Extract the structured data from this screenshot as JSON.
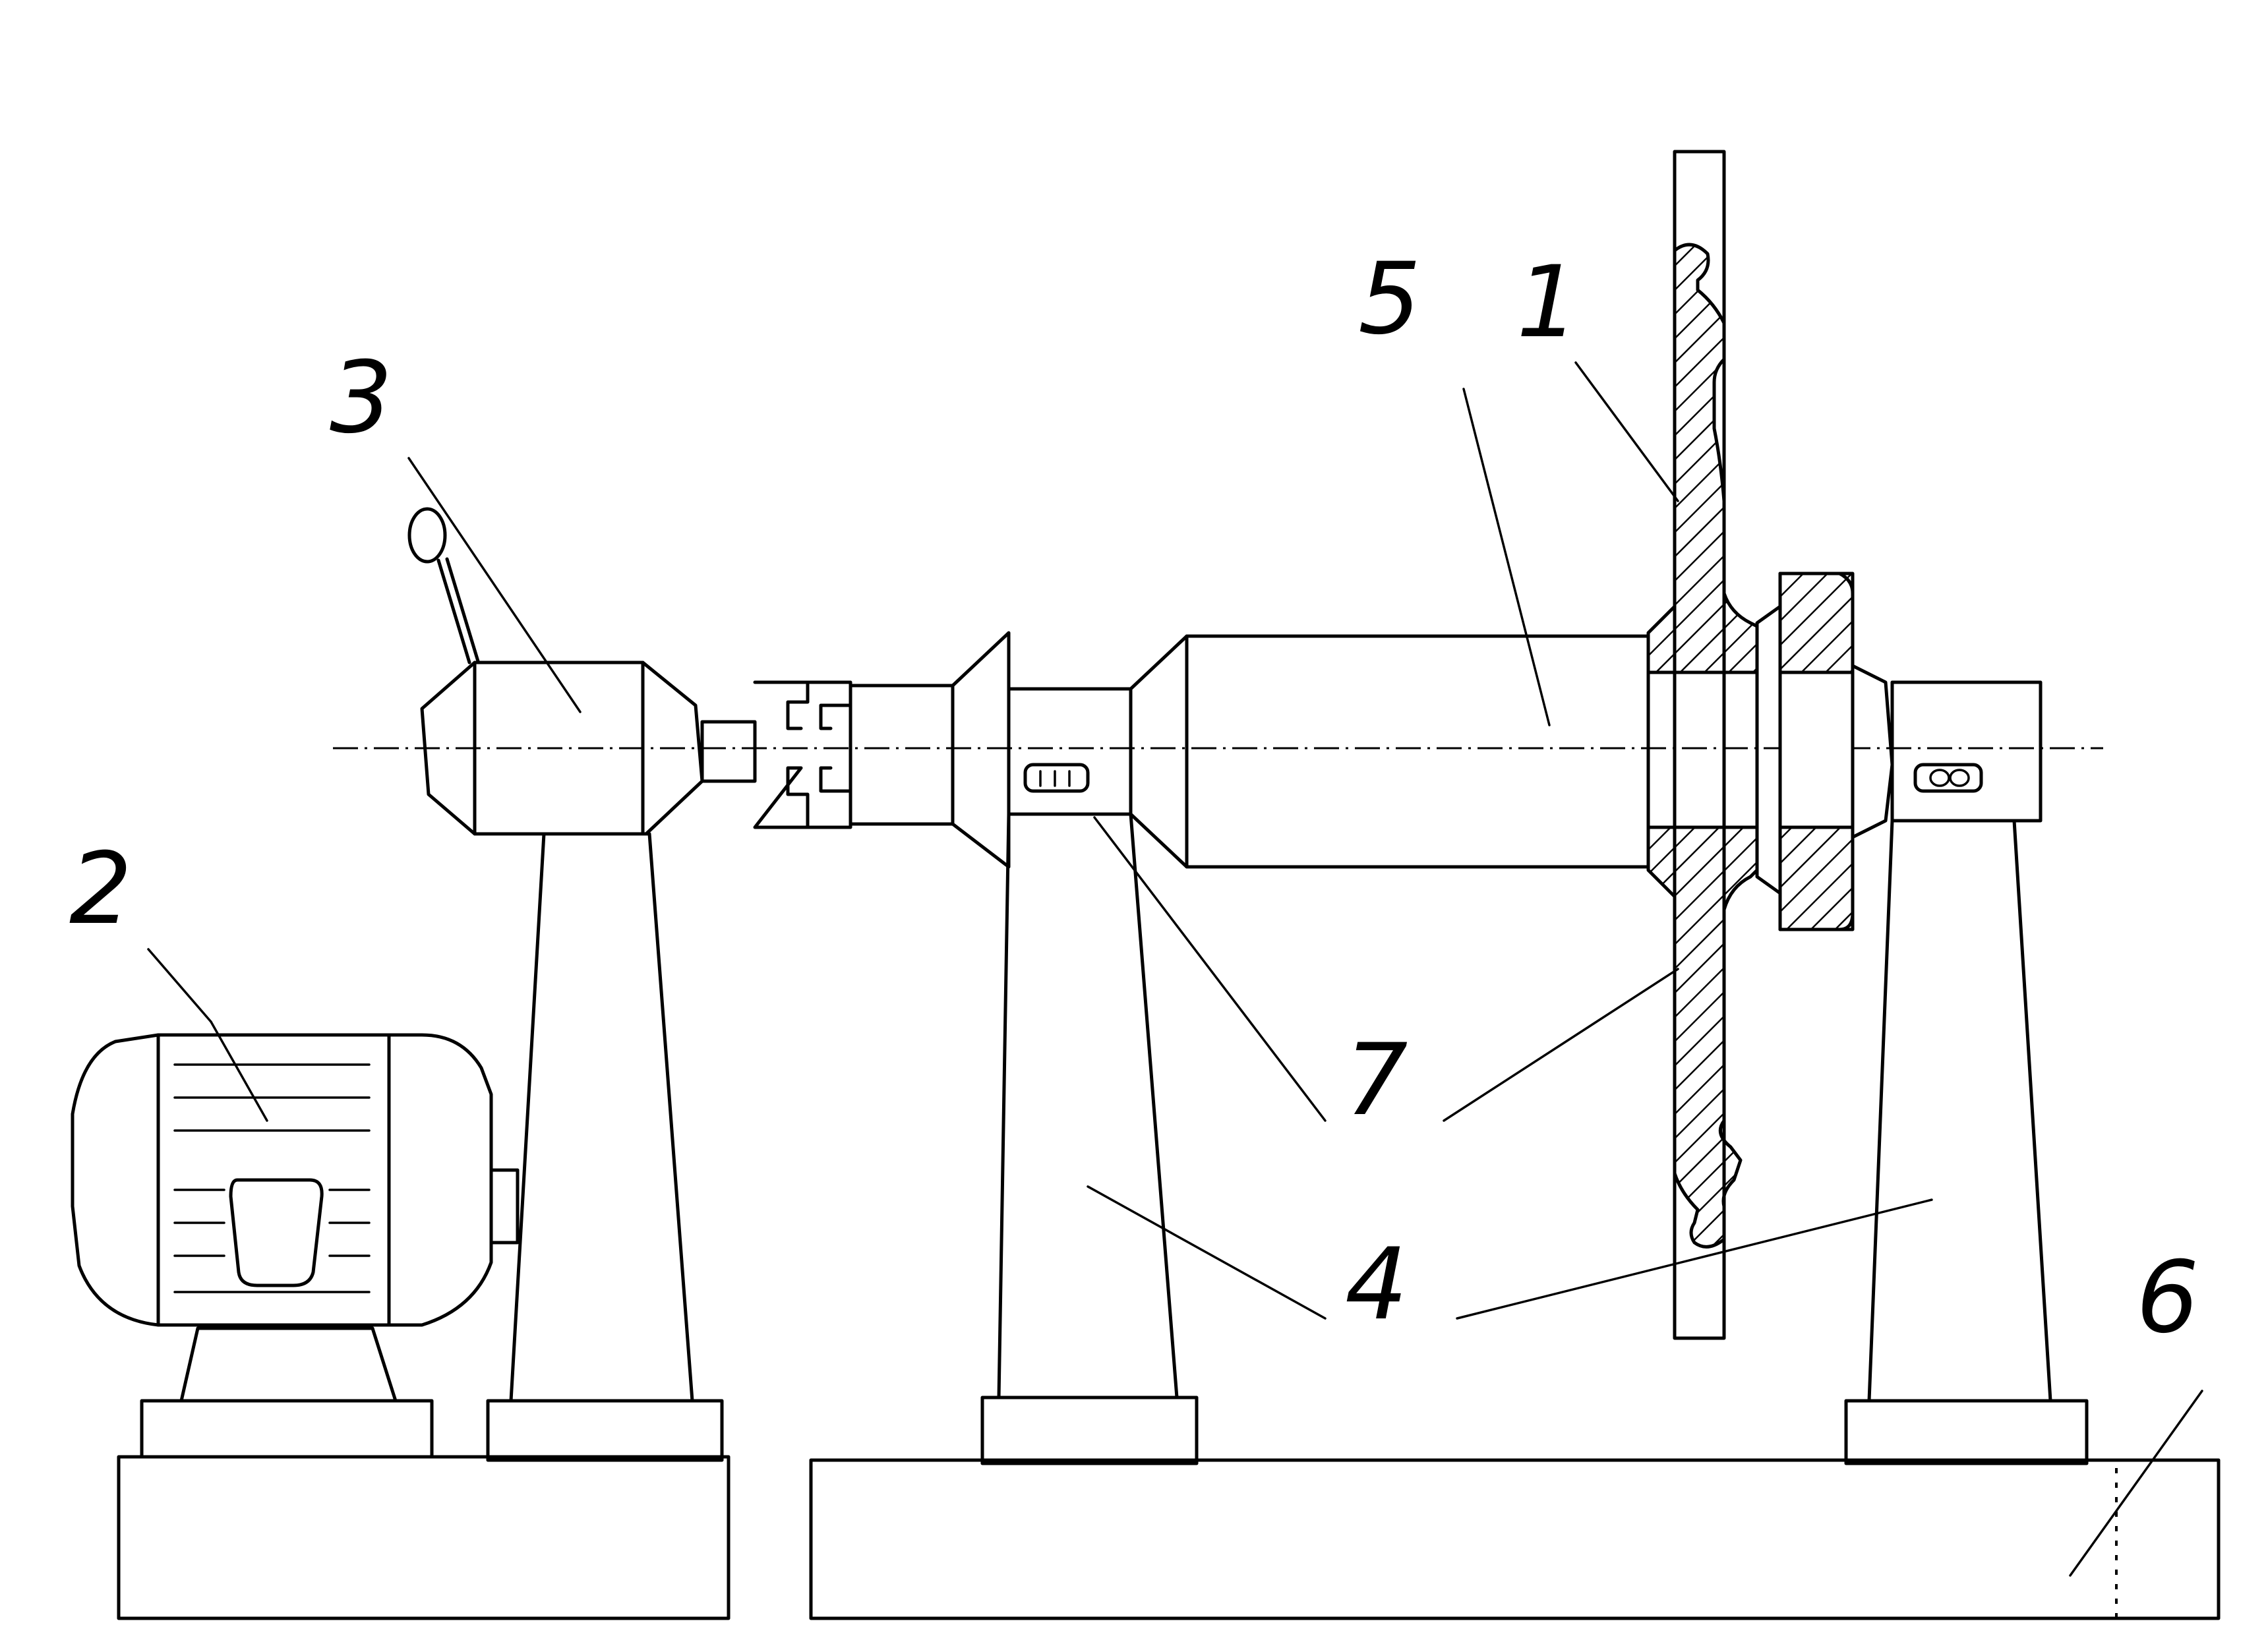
{
  "labels": {
    "wheel": "1",
    "motor": "2",
    "gearbox": "3",
    "supports": "4",
    "shaft": "5",
    "bed": "6",
    "fastening": "7"
  },
  "colors": {
    "ink": "#000000",
    "paper": "#ffffff"
  }
}
